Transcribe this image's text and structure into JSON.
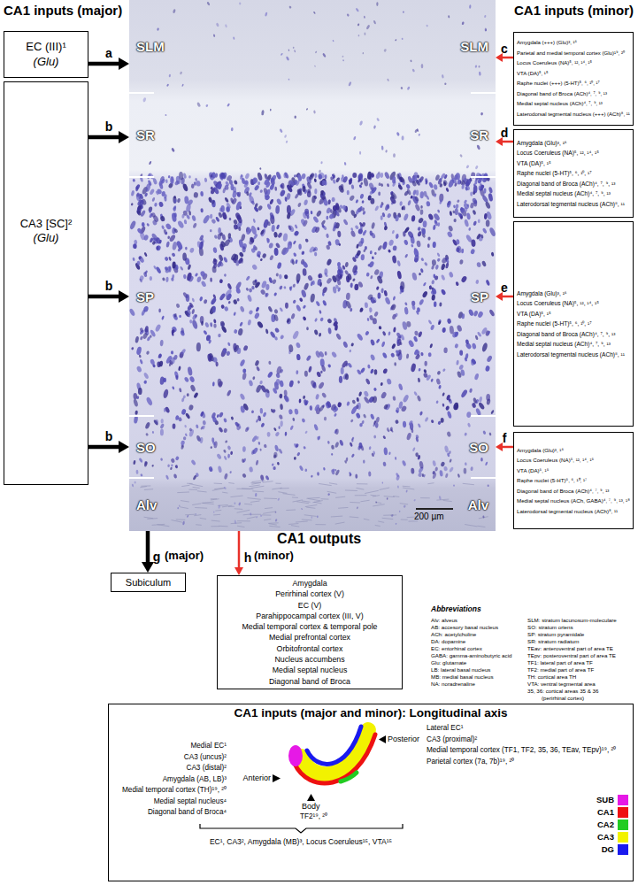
{
  "diagram": {
    "nodes": [
      {
        "text": [
          "EC (III)¹",
          "(Glu)"
        ]
      },
      {
        "text": [
          "CA3 [SC]²",
          "(Glu)"
        ]
      },
      {
        "text": [
          "SLM",
          "SLM"
        ]
      },
      {
        "text": [
          "SR",
          "SR"
        ]
      },
      {
        "text": [
          "SP",
          "SP"
        ]
      },
      {
        "text": [
          "SO",
          "SO"
        ]
      },
      {
        "text": [
          "Alv",
          "Alv"
        ]
      },
      {
        "text": [
          "Amygdala (+++) (Glu)³, ¹⁶",
          "Parietal and medial temporal cortex (Glu)¹⁹, ²⁰",
          "Locus Coeruleus (NA)⁵, ¹², ¹⁴, ¹⁵",
          "VTA (DA)⁵, ¹⁵",
          "Raphe nuclei (+++) (5-HT)⁵, ⁶, ¹⁰, ¹⁷",
          "Diagonal band of Broca (ACh)⁴, ⁷, ⁹, ¹³",
          "Medial septal nucleus (ACh)⁴, ⁷, ⁹, ¹³",
          "Laterodorsal tegmental nucleus (+++) (ACh)⁸, ¹¹"
        ]
      },
      {
        "text": [
          "Amygdala (Glu)³, ¹⁶",
          "Locus Coeruleus (NA)⁵, ¹², ¹⁴, ¹⁵",
          "VTA (DA)⁵, ¹⁵",
          "Raphe nuclei (5-HT)⁵, ⁶, ¹⁰, ¹⁷",
          "Diagonal band of Broca (ACh)⁴, ⁷, ⁹, ¹³",
          "Medial septal nucleus (ACh)⁴, ⁷, ⁹, ¹³",
          "Laterodorsal tegmental nucleus (ACh)⁸, ¹¹"
        ]
      },
      {
        "text": [
          "Amygdala (Glu)³, ¹⁶",
          "Locus Coeruleus (NA)⁵, ¹², ¹⁴, ¹⁵",
          "VTA (DA)⁵, ¹⁵",
          "Raphe nuclei (5-HT)⁵, ⁶, ¹⁰, ¹⁷",
          "Diagonal band of Broca (ACh)⁴, ⁷, ⁹, ¹³",
          "Medial septal nucleus (ACh)⁴, ⁷, ⁹, ¹³",
          "Laterodorsal tegmental nucleus (ACh)⁸, ¹¹"
        ]
      },
      {
        "text": [
          "Amygdala (Glu)³, ¹⁶",
          "Locus Coeruleus (NA)⁵, ¹², ¹⁴, ¹⁵",
          "VTA (DA)⁵, ¹⁵",
          "Raphe nuclei (5-HT)⁵, ⁶, ¹⁰, ¹⁷",
          "Diagonal band of Broca (ACh)⁴, ⁷, ⁹, ¹³",
          "Medial septal nucleus (ACh, GABA)⁴, ⁷, ⁹, ¹³, ¹⁸",
          "Laterodorsal tegmental nucleus (ACh)⁸, ¹¹"
        ]
      },
      {
        "text": [
          "Subiculum"
        ]
      },
      {
        "text": [
          "Amygdala",
          "Perirhinal cortex (V)",
          "EC (V)",
          "Parahippocampal cortex (III, V)",
          "Medial temporal cortex & temporal pole",
          "Medial prefrontal cortex",
          "Orbitofrontal cortex",
          "Nucleus accumbens",
          "Medial septal nucleus",
          "Diagonal band of Broca"
        ]
      },
      {
        "text": [
          "CA1 inputs (major and minor): Longitudinal axis"
        ]
      }
    ],
    "edges": [
      {
        "from": 0,
        "to": 2,
        "label": "a",
        "arrow": "to"
      },
      {
        "from": 1,
        "to": 3,
        "label": "b",
        "arrow": "to"
      },
      {
        "from": 1,
        "to": 4,
        "label": "b",
        "arrow": "to"
      },
      {
        "from": 1,
        "to": 5,
        "label": "b",
        "arrow": "to"
      },
      {
        "from": 7,
        "to": 2,
        "label": "c",
        "arrow": "to"
      },
      {
        "from": 8,
        "to": 3,
        "label": "d",
        "arrow": "to"
      },
      {
        "from": 9,
        "to": 4,
        "label": "e",
        "arrow": "to"
      },
      {
        "from": 10,
        "to": 5,
        "label": "f",
        "arrow": "to"
      },
      {
        "from": 6,
        "to": 11,
        "label": "g",
        "arrow": "to"
      },
      {
        "from": 6,
        "to": 12,
        "label": "h",
        "arrow": "to"
      }
    ],
    "labels": [
      "CA1 inputs (major)",
      "CA1 inputs (minor)",
      "200 µm",
      "CA1 outputs",
      "(major)",
      "(minor)",
      "Abbreviations",
      "Alv: alveus",
      "AB: accesory basal nucleus",
      "ACh: acetylcholine",
      "DA: dopamine",
      "EC: entorhinal cortex",
      "GABA: gamma-aminobutyric acid",
      "Glu: glutamate",
      "LB: lateral basal nucleus",
      "MB: medial basal nucleus",
      "NA: noradrenaline",
      "SLM: stratum lacunosum-moleculare",
      "SO: stratum oriens",
      "SP: stratum pyramidale",
      "SR: stratum radiatum",
      "TEav: anteroventral part of area TE",
      "TEpv: posteroventral part of area TE",
      "TF1: lateral part of area TF",
      "TF2: medial part of area TF",
      "TH: cortical area TH",
      "VTA: ventral tegmental area",
      "35, 36: cortical areas 35 & 36",
      "(perirhinal cortex)",
      "Medial EC¹",
      "CA3 (uncus)²",
      "CA3 (distal)²",
      "Amygdala (AB, LB)³",
      "Medial temporal cortex (TH)¹⁹, ²⁰",
      "Medial septal nucleus⁴",
      "Diagonal band of Broca⁴",
      "Anterior",
      "Lateral EC¹",
      "CA3 (proximal)²",
      "Medial temporal cortex (TF1, TF2, 35, 36, TEav, TEpv)¹⁹, ²⁰",
      "Parietal cortex (7a, 7b)¹⁹, ²⁰",
      "Posterior",
      "Body",
      "TF2¹⁹, ²⁰",
      "EC¹, CA3², Amygdala (MB)³, Locus Coeruleus¹⁵, VTA¹⁵"
    ],
    "legend": [
      {
        "text": "SUB",
        "color": "#e619e6"
      },
      {
        "text": "CA1",
        "color": "#ee1111"
      },
      {
        "text": "CA2",
        "color": "#22cc22"
      },
      {
        "text": "CA3",
        "color": "#f2f200"
      },
      {
        "text": "DG",
        "color": "#1a1aee"
      }
    ]
  }
}
